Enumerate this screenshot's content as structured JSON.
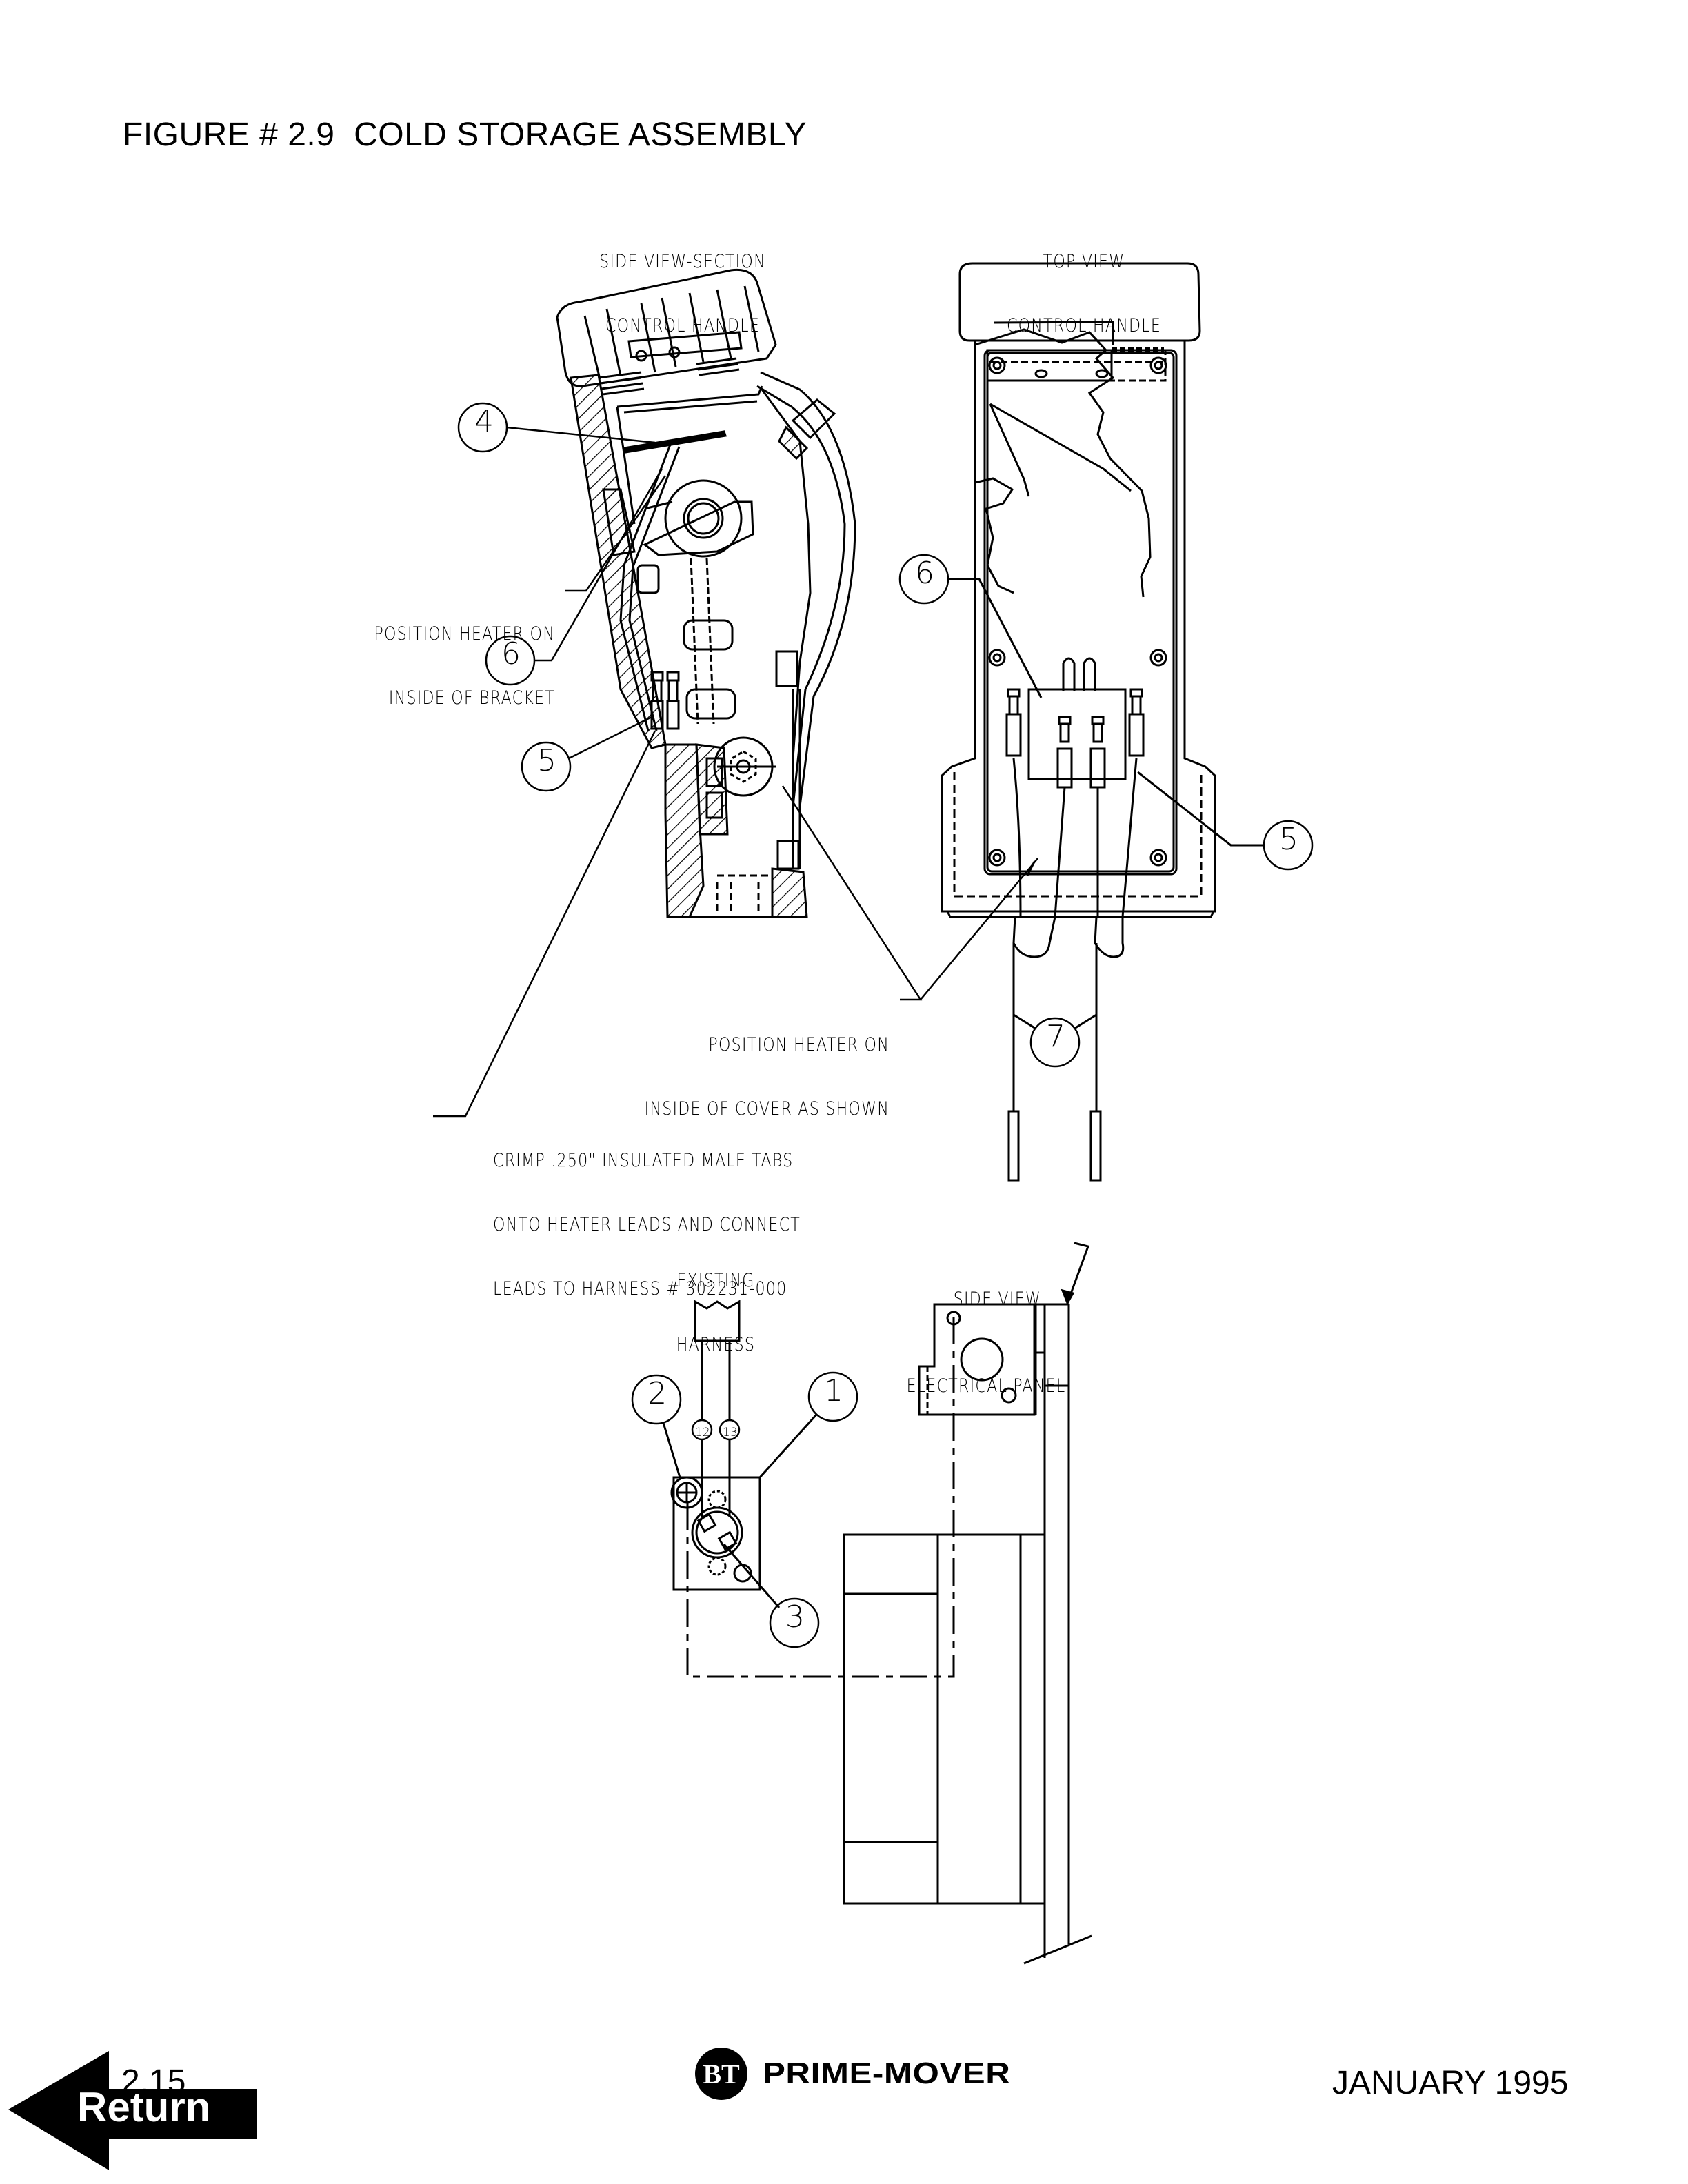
{
  "page": {
    "title": "FIGURE # 2.9  COLD STORAGE ASSEMBLY"
  },
  "views": {
    "side_view": {
      "line1": "SIDE VIEW-SECTION",
      "line2": "CONTROL HANDLE"
    },
    "top_view": {
      "line1": "TOP VIEW",
      "line2": "CONTROL HANDLE"
    },
    "electrical_panel": {
      "line1": "SIDE VIEW",
      "line2": "ELECTRICAL PANEL"
    },
    "existing_harness": {
      "line1": "EXISTING",
      "line2": "HARNESS"
    }
  },
  "notes": {
    "bracket": {
      "line1": "POSITION HEATER ON",
      "line2": "INSIDE OF BRACKET"
    },
    "cover": {
      "line1": "POSITION HEATER ON",
      "line2": "INSIDE OF COVER AS SHOWN"
    },
    "crimp": {
      "line1": "CRIMP .250\" INSULATED MALE TABS",
      "line2": "ONTO HEATER LEADS AND CONNECT",
      "line3": "LEADS TO HARNESS # 302231-000"
    }
  },
  "callouts": {
    "c1": "1",
    "c2": "2",
    "c3": "3",
    "c4": "4",
    "c5_side": "5",
    "c5_top": "5",
    "c6_side": "6",
    "c6_top": "6",
    "c7": "7",
    "wire12": "12",
    "wire13": "13"
  },
  "footer": {
    "page_number": "2.15",
    "return_label": "Return",
    "brand_logo": "BT",
    "brand_name": "PRIME-MOVER",
    "date": "JANUARY 1995"
  },
  "colors": {
    "ink": "#000000",
    "paper": "#ffffff"
  }
}
